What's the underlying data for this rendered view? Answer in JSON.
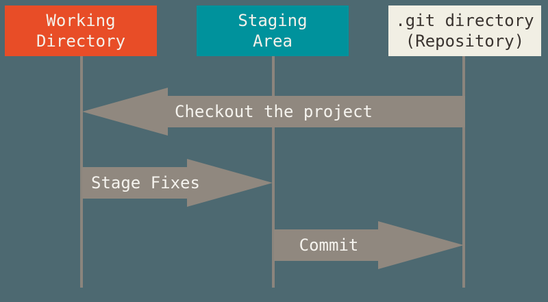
{
  "diagram": {
    "description": "Git working areas sequence diagram",
    "columns": [
      {
        "name": "working-directory",
        "line1": "Working",
        "line2": "Directory",
        "fill": "#E84D27",
        "text_color": "#F4F1EA"
      },
      {
        "name": "staging-area",
        "line1": "Staging",
        "line2": "Area",
        "fill": "#00929C",
        "text_color": "#F4F1EA"
      },
      {
        "name": "git-directory",
        "line1": ".git directory",
        "line2": "(Repository)",
        "fill": "#F1EFE4",
        "text_color": "#3A3430"
      }
    ],
    "arrows": [
      {
        "name": "checkout",
        "label": "Checkout the project",
        "direction": "left",
        "from": "git-directory",
        "to": "working-directory"
      },
      {
        "name": "stage-fixes",
        "label": "Stage Fixes",
        "direction": "right",
        "from": "working-directory",
        "to": "staging-area"
      },
      {
        "name": "commit",
        "label": "Commit",
        "direction": "right",
        "from": "staging-area",
        "to": "git-directory"
      }
    ],
    "colors": {
      "background": "#4D6971",
      "arrow_fill": "#90887F",
      "lifeline": "#8B857D",
      "arrow_text": "#F5F3EE"
    }
  }
}
